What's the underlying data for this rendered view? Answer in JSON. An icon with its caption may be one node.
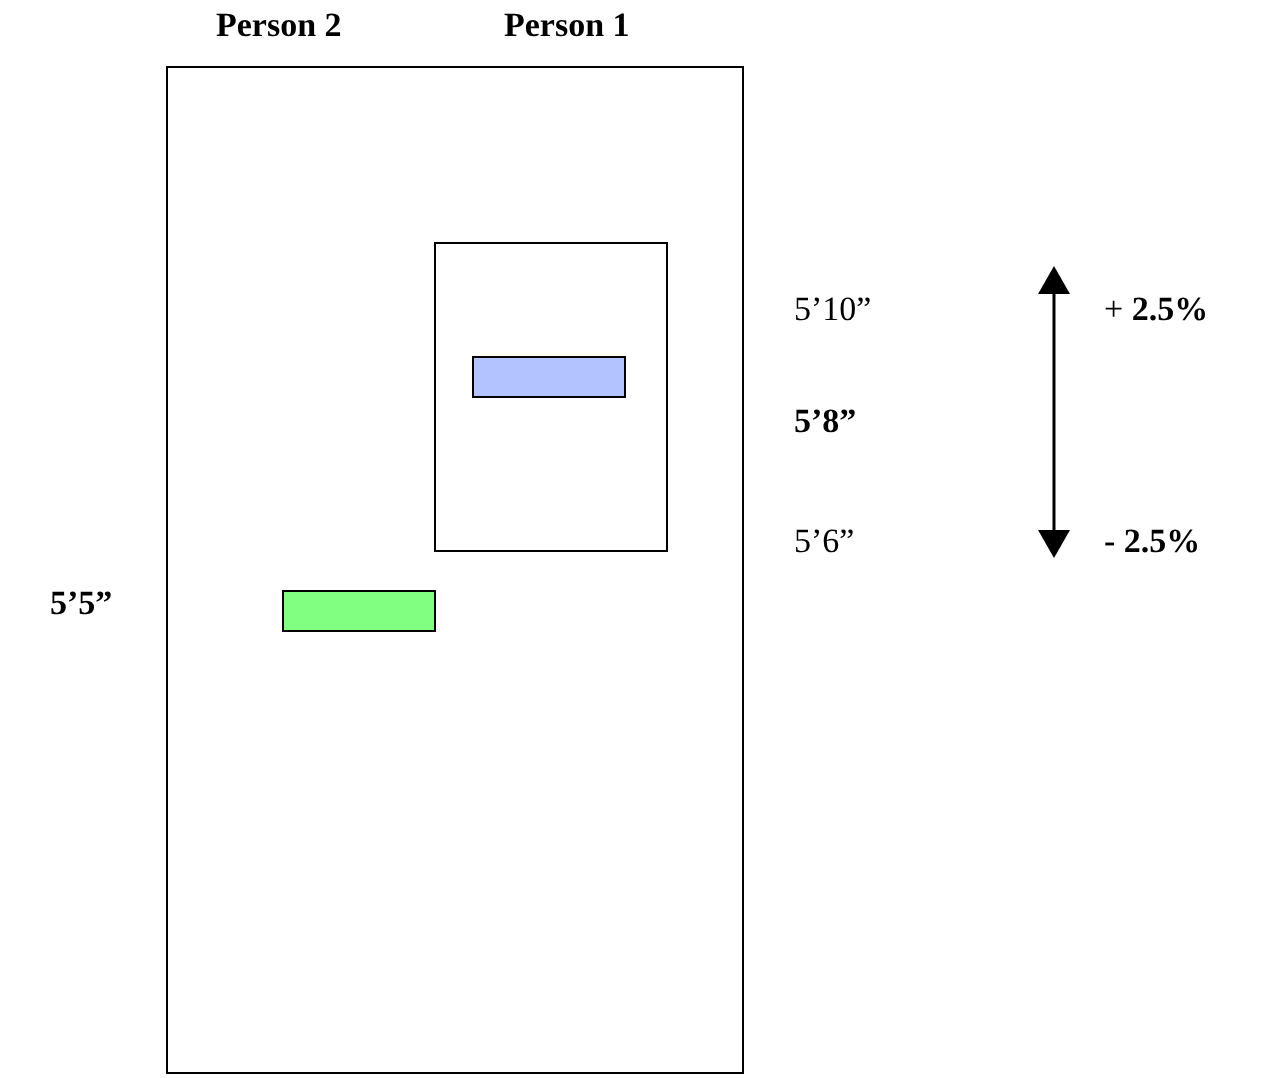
{
  "diagram": {
    "nodes": [
      {
        "text": [],
        "shape": "box"
      },
      {
        "text": [],
        "shape": "box",
        "in": 0
      },
      {
        "text": [],
        "shape": "bar",
        "in": 1
      },
      {
        "text": [],
        "shape": "bar",
        "in": 0
      }
    ],
    "edges": [],
    "labels": [
      "Person 2",
      "Person 1",
      "5’10”",
      "+ **2.5%**",
      "5’8”",
      "5’6”",
      "- 2.5%",
      "5’5”"
    ]
  }
}
